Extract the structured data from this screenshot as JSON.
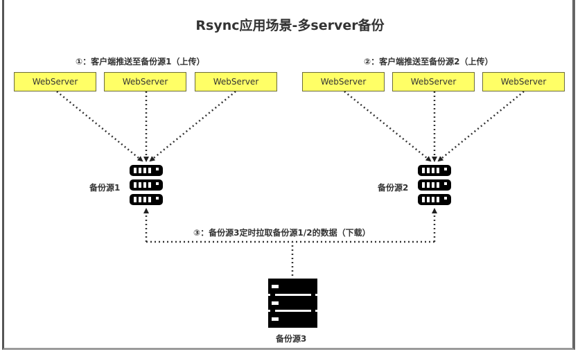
{
  "title": "Rsync应用场景-多server备份",
  "steps": {
    "step1": "①：客户端推送至备份源1（上传）",
    "step2": "②：客户端推送至备份源2（上传）",
    "step3": "③：备份源3定时拉取备份源1/2的数据（下载）"
  },
  "group1": {
    "servers": [
      "WebServer",
      "WebServer",
      "WebServer"
    ],
    "target_label": "备份源1",
    "target_icon": "server-rack-icon"
  },
  "group2": {
    "servers": [
      "WebServer",
      "WebServer",
      "WebServer"
    ],
    "target_label": "备份源2",
    "target_icon": "server-rack-icon"
  },
  "puller": {
    "label": "备份源3",
    "icon": "server-stack-icon"
  },
  "colors": {
    "webserver_fill": "#ffff66",
    "webserver_border": "#6b6b3a",
    "icon": "#000000",
    "text": "#333333"
  }
}
